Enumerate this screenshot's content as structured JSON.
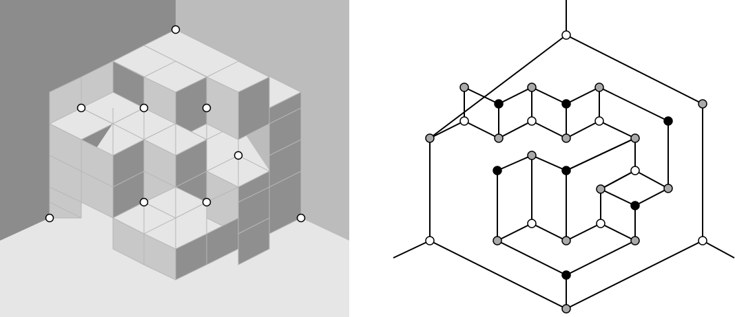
{
  "figure": {
    "left_panel": {
      "type": "isometric cube stack",
      "colors": {
        "wall_left": "#8c8c8c",
        "wall_right": "#bcbcbc",
        "floor": "#e6e6e6",
        "top_face": "#e6e6e6",
        "left_face": "#c8c8c8",
        "right_face": "#8f8f8f",
        "grid_line": "#b7b7b7",
        "marker_fill": "#ffffff",
        "marker_stroke": "#000000"
      },
      "marker_count": 10
    },
    "right_panel": {
      "type": "graph",
      "colors": {
        "edge": "#000000",
        "node_white": "#ffffff",
        "node_gray": "#a9a9a9",
        "node_black": "#000000",
        "node_stroke": "#000000"
      },
      "node_classes": [
        "white",
        "gray",
        "black"
      ]
    }
  }
}
